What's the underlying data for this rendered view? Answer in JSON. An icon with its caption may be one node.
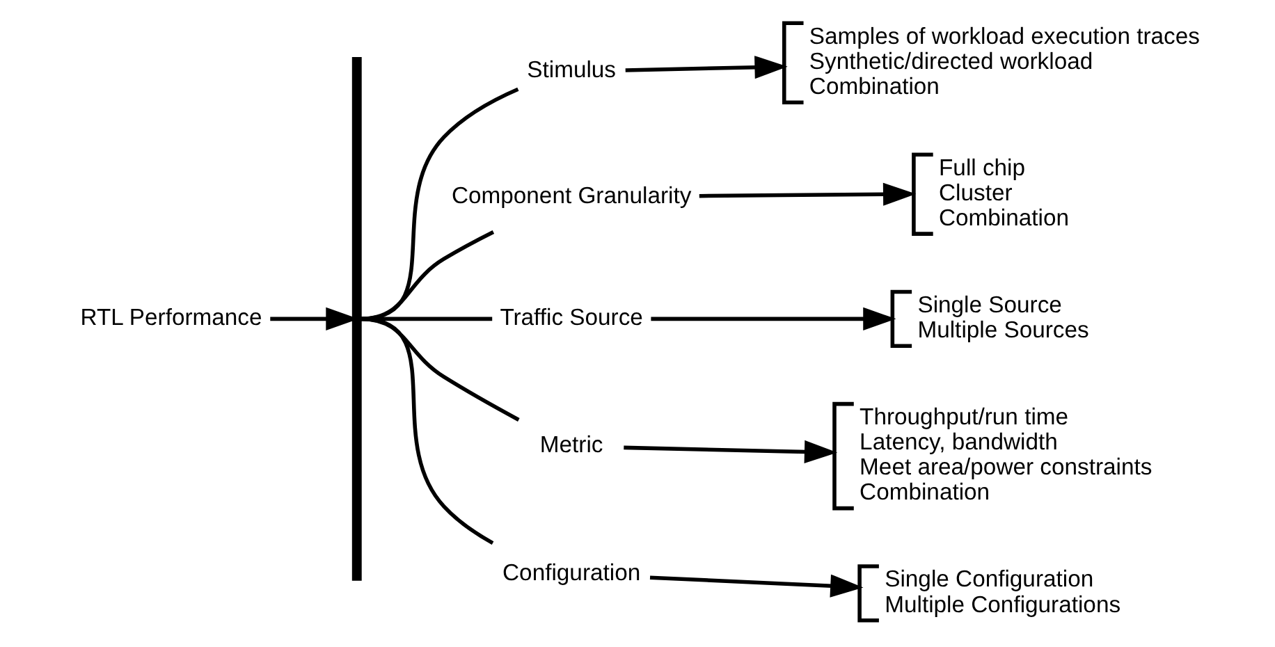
{
  "diagram": {
    "nodes": [
      {
        "text": [
          "RTL Performance"
        ]
      },
      {
        "text": [],
        "shape": "bar"
      },
      {
        "text": [
          "Stimulus"
        ]
      },
      {
        "text": [
          "Component Granularity"
        ]
      },
      {
        "text": [
          "Traffic Source"
        ]
      },
      {
        "text": [
          "Metric"
        ]
      },
      {
        "text": [
          "Configuration"
        ]
      },
      {
        "text": [
          "Samples of workload execution traces",
          "Synthetic/directed workload",
          "Combination"
        ]
      },
      {
        "text": [
          "Full chip",
          "Cluster",
          "Combination"
        ]
      },
      {
        "text": [
          "Single Source",
          "Multiple Sources"
        ]
      },
      {
        "text": [
          "Throughput/run time",
          "Latency, bandwidth",
          "Meet area/power constraints",
          "Combination"
        ]
      },
      {
        "text": [
          "Single Configuration",
          "Multiple Configurations"
        ]
      }
    ],
    "edges": [
      {
        "from": 0,
        "to": 1,
        "arrow": "to"
      },
      {
        "from": 1,
        "to": 2,
        "arrow": "none"
      },
      {
        "from": 1,
        "to": 3,
        "arrow": "none"
      },
      {
        "from": 1,
        "to": 4,
        "arrow": "none"
      },
      {
        "from": 1,
        "to": 5,
        "arrow": "none"
      },
      {
        "from": 1,
        "to": 6,
        "arrow": "none"
      },
      {
        "from": 2,
        "to": 7,
        "arrow": "to"
      },
      {
        "from": 3,
        "to": 8,
        "arrow": "to"
      },
      {
        "from": 4,
        "to": 9,
        "arrow": "to"
      },
      {
        "from": 5,
        "to": 10,
        "arrow": "to"
      },
      {
        "from": 6,
        "to": 11,
        "arrow": "to"
      }
    ]
  }
}
